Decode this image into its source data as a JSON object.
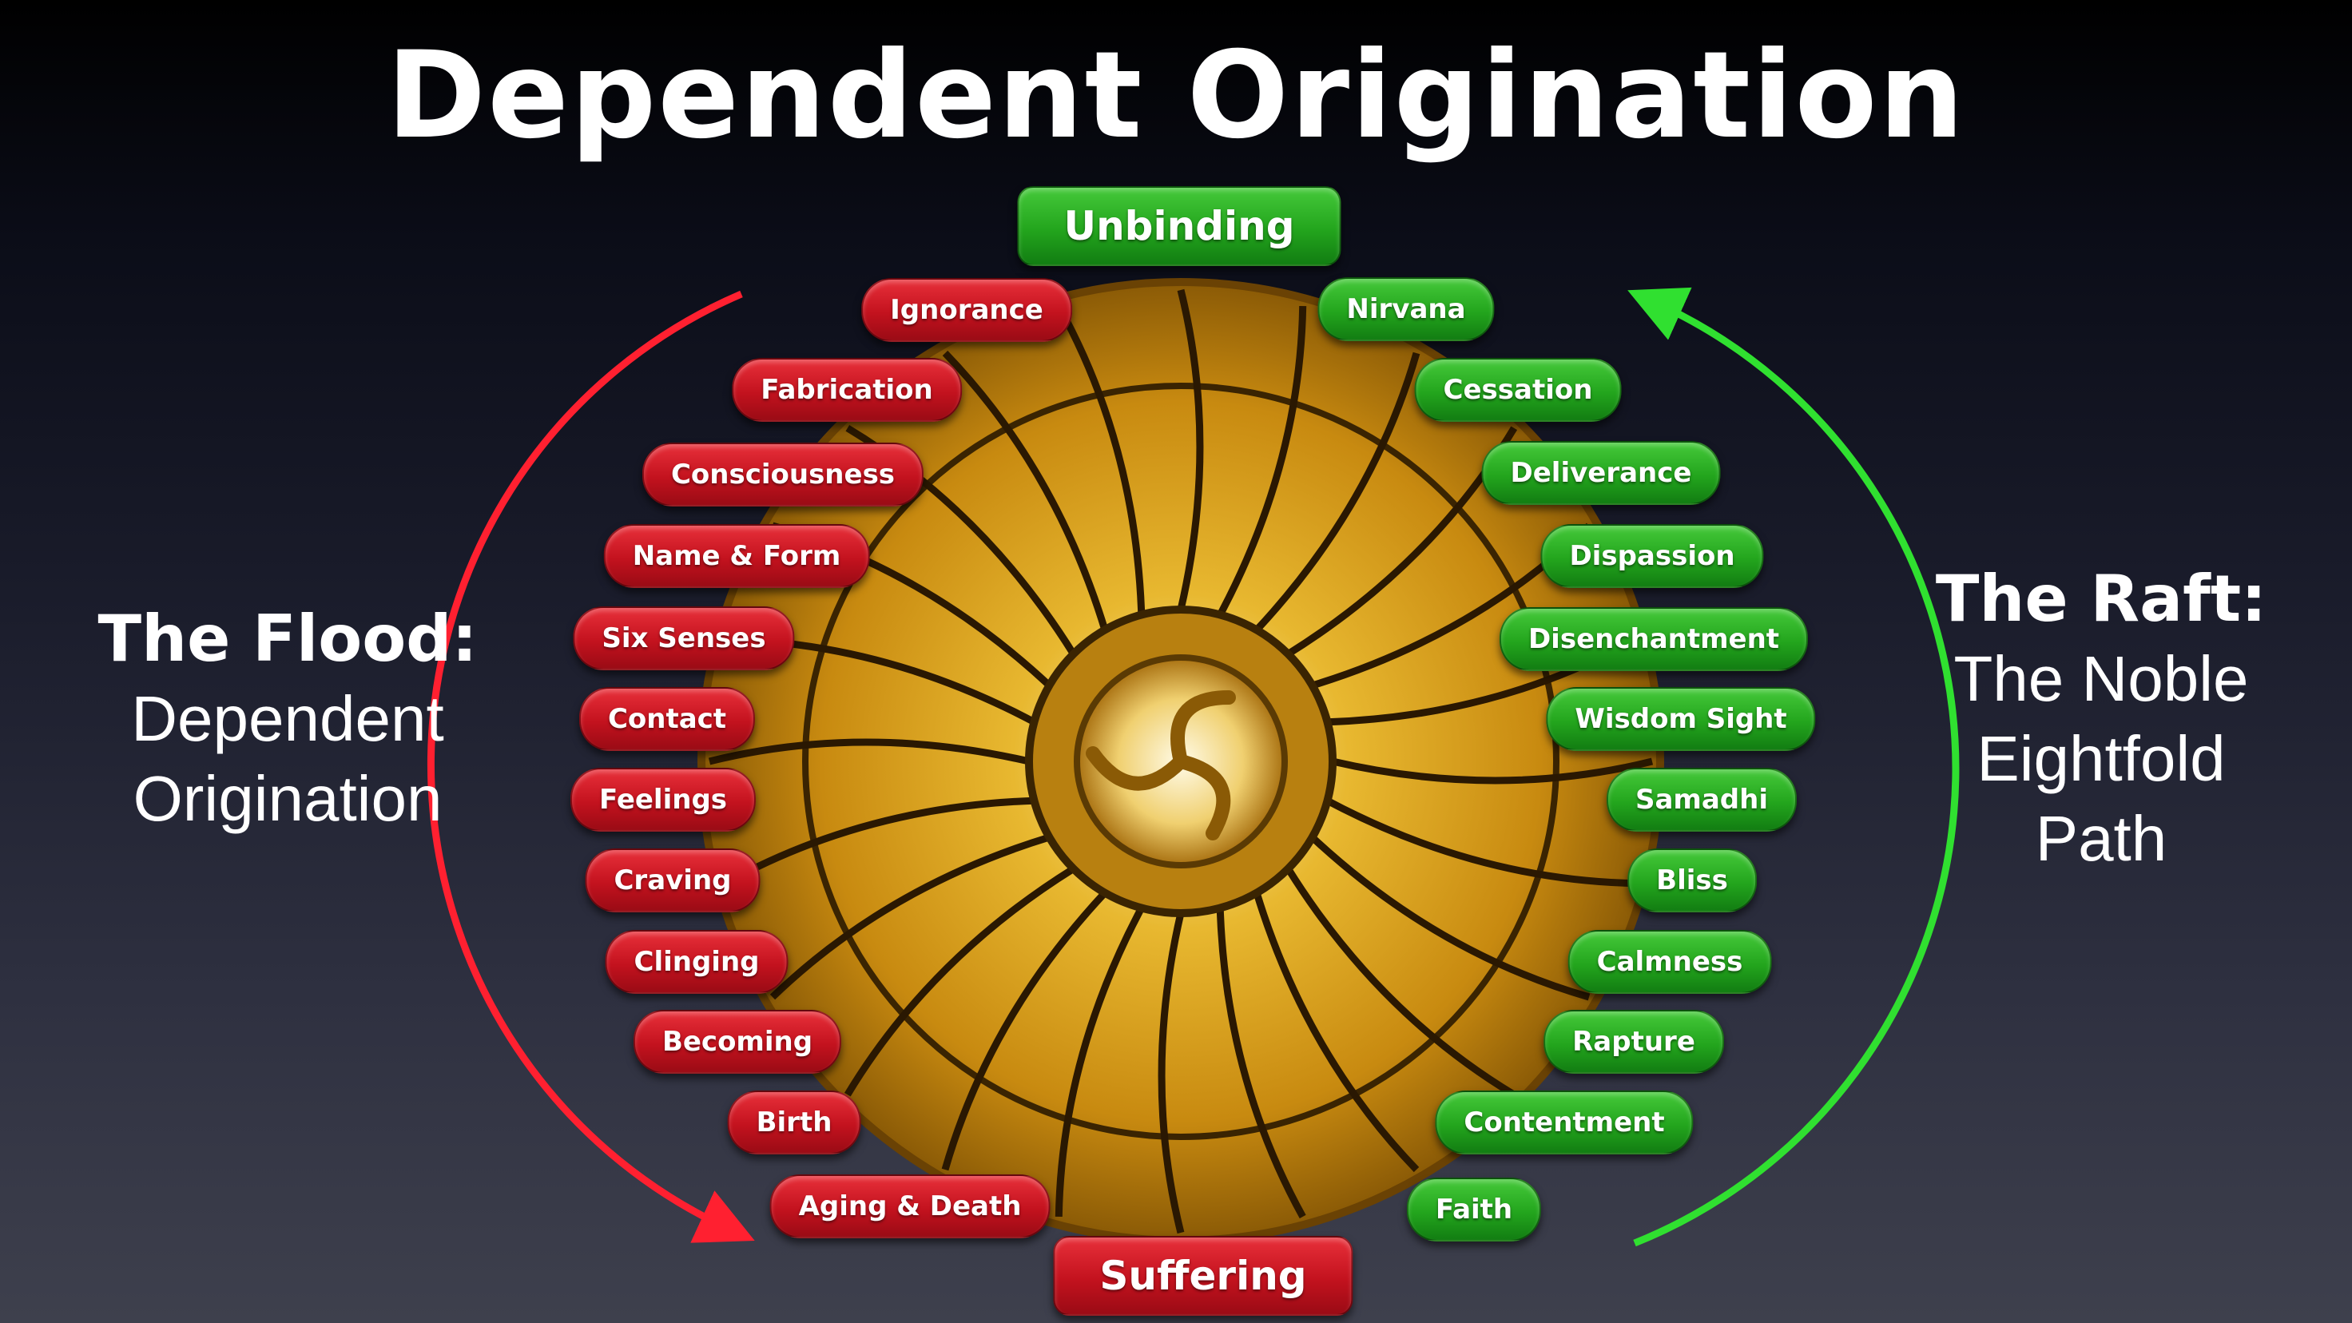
{
  "title": "Dependent Origination",
  "top_label": "Unbinding",
  "bottom_label": "Suffering",
  "flood": {
    "heading": "The Flood:",
    "line1": "Dependent",
    "line2": "Origination"
  },
  "raft": {
    "heading": "The Raft:",
    "line1": "The Noble",
    "line2": "Eightfold",
    "line3": "Path"
  },
  "red_links": [
    "Ignorance",
    "Fabrication",
    "Consciousness",
    "Name & Form",
    "Six Senses",
    "Contact",
    "Feelings",
    "Craving",
    "Clinging",
    "Becoming",
    "Birth",
    "Aging & Death"
  ],
  "green_links": [
    "Nirvana",
    "Cessation",
    "Deliverance",
    "Dispassion",
    "Disenchantment",
    "Wisdom Sight",
    "Samadhi",
    "Bliss",
    "Calmness",
    "Rapture",
    "Contentment",
    "Faith"
  ],
  "colors": {
    "red": "#c3121e",
    "green": "#23a51d",
    "gold": "#d9a21c",
    "red_arrow": "#ff2030",
    "green_arrow": "#30e030"
  }
}
